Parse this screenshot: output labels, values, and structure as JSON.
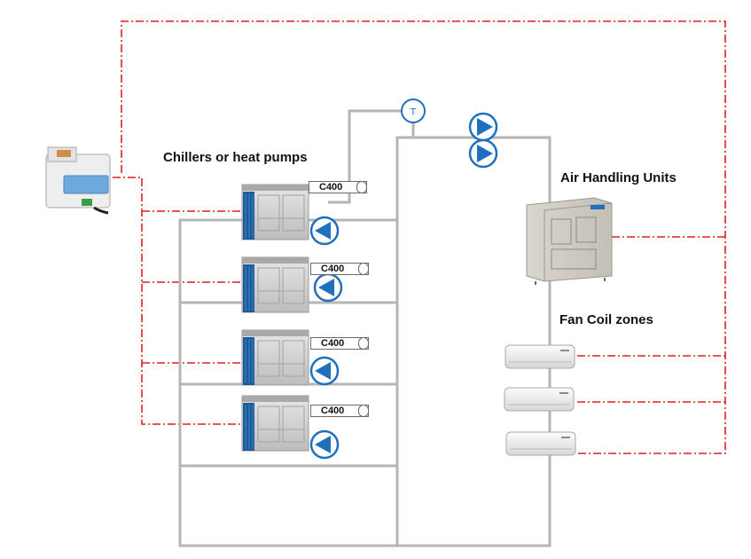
{
  "labels": {
    "chillers": "Chillers or heat pumps",
    "ahu": "Air Handling Units",
    "fancoil": "Fan Coil zones"
  },
  "controllers": [
    {
      "label": "C400"
    },
    {
      "label": "C400"
    },
    {
      "label": "C400"
    },
    {
      "label": "C400"
    }
  ],
  "sensor": {
    "label": "T"
  },
  "colors": {
    "pipe": "#b5b5b5",
    "signal": "#e01f1f",
    "pump": "#1f6fbf"
  },
  "icons": [
    "controller-device-icon",
    "chiller-unit-icon",
    "pump-icon",
    "temperature-sensor-icon",
    "air-handling-unit-icon",
    "fan-coil-unit-icon"
  ]
}
